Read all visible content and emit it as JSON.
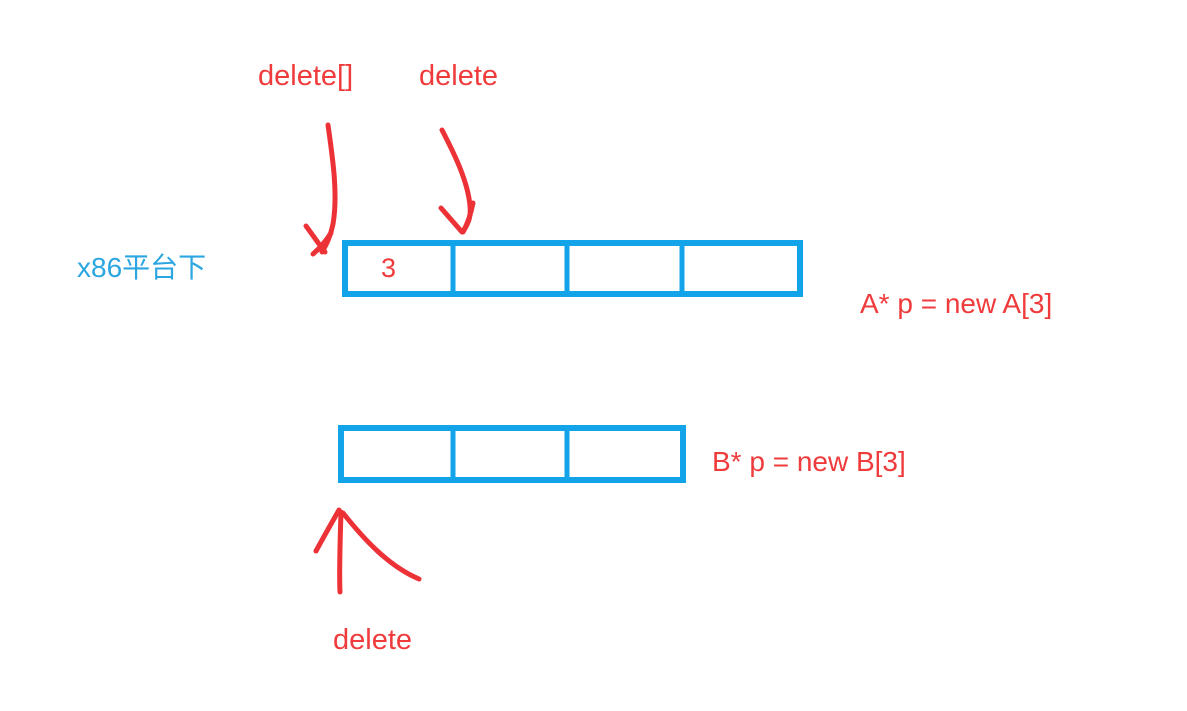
{
  "diagram": {
    "title_note": "C++ new[] / delete[] memory layout on x86",
    "colors": {
      "box_stroke": "#13a3e8",
      "annotation_red": "#ef3b3b",
      "label_blue": "#2ba6e0",
      "background": "#ffffff"
    },
    "labels": {
      "platform": "x86平台下",
      "delete_array": "delete[]",
      "delete_top": "delete",
      "delete_bottom": "delete",
      "alloc_a": "A* p = new A[3]",
      "alloc_b": "B* p = new B[3]",
      "count_cell_value": "3"
    },
    "rows": [
      {
        "name": "array-a",
        "allocation": "A* p = new A[3]",
        "cell_count": 4,
        "cells": [
          {
            "value": "3",
            "role": "element-count-header"
          },
          {
            "value": "",
            "role": "object-slot"
          },
          {
            "value": "",
            "role": "object-slot"
          },
          {
            "value": "",
            "role": "object-slot"
          }
        ]
      },
      {
        "name": "array-b",
        "allocation": "B* p = new B[3]",
        "cell_count": 3,
        "cells": [
          {
            "value": "",
            "role": "object-slot"
          },
          {
            "value": "",
            "role": "object-slot"
          },
          {
            "value": "",
            "role": "object-slot"
          }
        ]
      }
    ],
    "annotations": [
      {
        "name": "delete-array-annotation",
        "label": "delete[]",
        "points_to": "start of allocation block including count header"
      },
      {
        "name": "delete-top-annotation",
        "label": "delete",
        "points_to": "first object slot of array A"
      },
      {
        "name": "delete-bottom-annotation",
        "label": "delete",
        "points_to": "first object slot of array B"
      }
    ]
  }
}
